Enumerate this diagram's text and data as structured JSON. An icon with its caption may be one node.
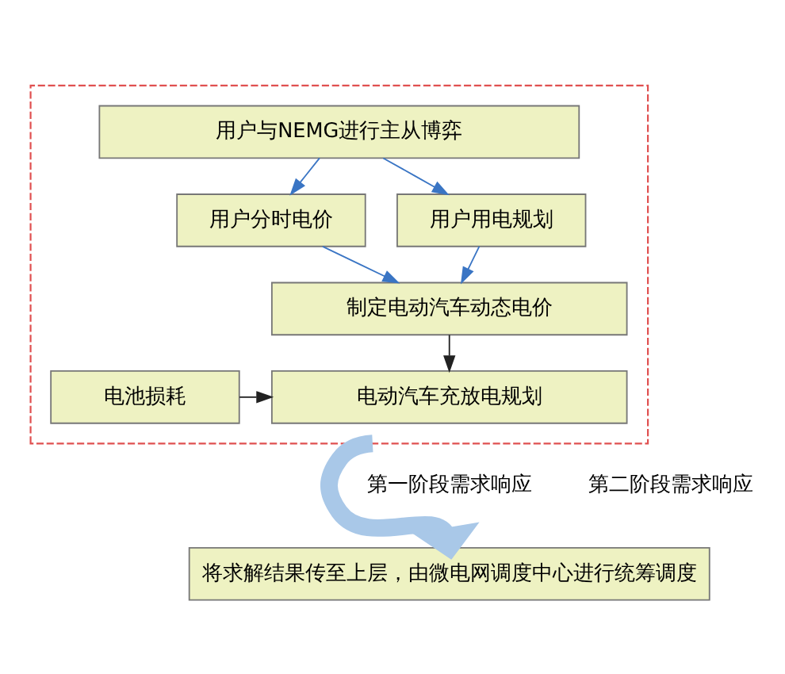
{
  "diagram": {
    "nodes": [
      {
        "text": [],
        "shape": "box"
      },
      {
        "text": [
          "用户与NEMG进行主从博弈"
        ],
        "in": 0
      },
      {
        "text": [
          "用户分时电价"
        ],
        "in": 0
      },
      {
        "text": [
          "用户用电规划"
        ],
        "in": 0
      },
      {
        "text": [
          "制定电动汽车动态电价"
        ],
        "in": 0
      },
      {
        "text": [
          "电动汽车充放电规划"
        ],
        "in": 0
      },
      {
        "text": [
          "电池损耗"
        ],
        "in": 0
      },
      {
        "text": [
          "将求解结果传至上层，由微电网调度中心进行统筹调度"
        ]
      }
    ],
    "edges": [
      {
        "from": 1,
        "to": 2,
        "arrow": "to"
      },
      {
        "from": 1,
        "to": 3,
        "arrow": "to"
      },
      {
        "from": 2,
        "to": 4,
        "arrow": "to"
      },
      {
        "from": 3,
        "to": 4,
        "arrow": "to"
      },
      {
        "from": 4,
        "to": 5,
        "arrow": "to",
        "color": "#222222"
      },
      {
        "from": 6,
        "to": 5,
        "arrow": "to",
        "color": "#222222"
      },
      {
        "from": 0,
        "to": 7,
        "arrow": "to",
        "style": "thick",
        "color": "#a9c8e8"
      }
    ],
    "labels": [
      "第一阶段需求响应",
      "第二阶段需求响应"
    ]
  }
}
